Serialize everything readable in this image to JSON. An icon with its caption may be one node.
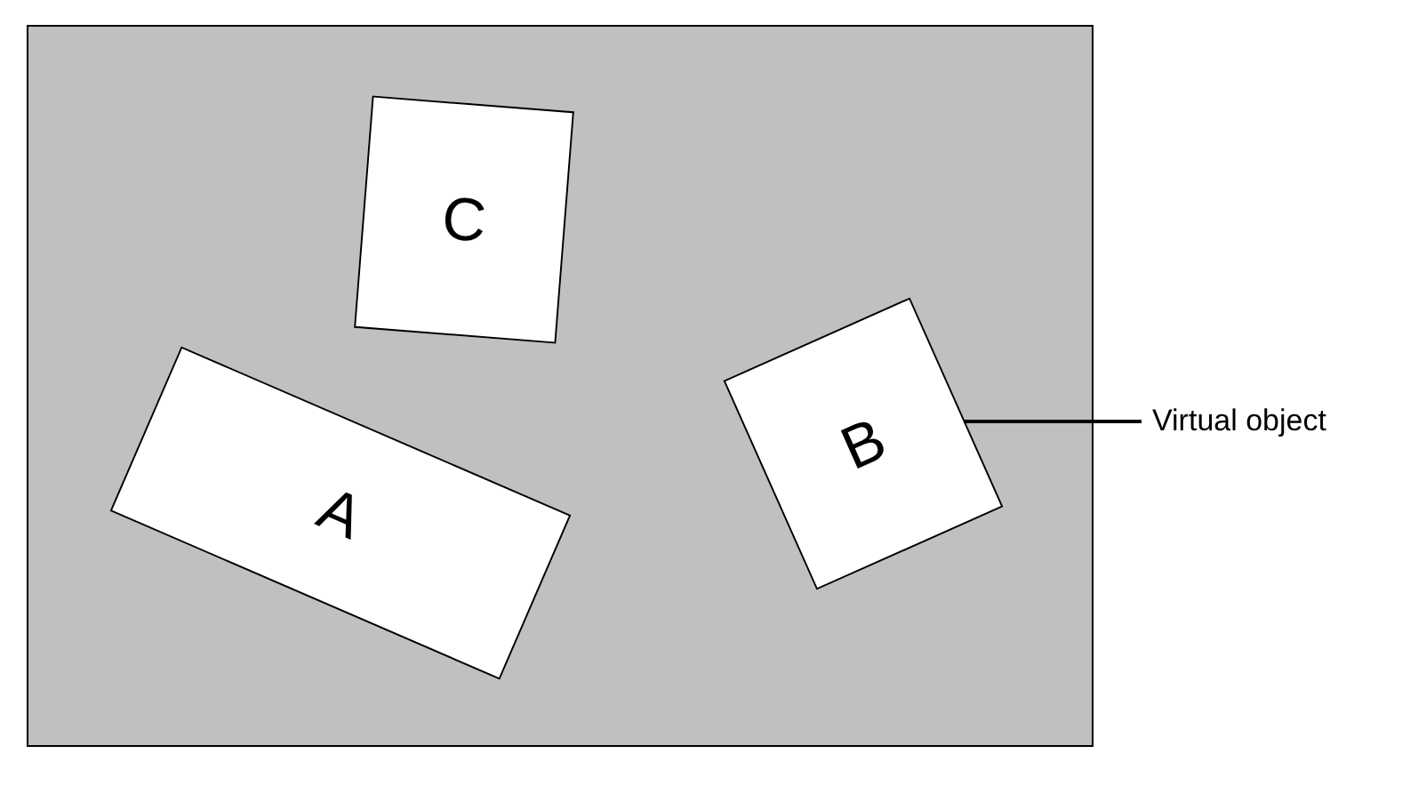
{
  "diagram": {
    "nodes": [
      {
        "text": [],
        "shape": "box"
      },
      {
        "text": [
          "C"
        ],
        "in": 0
      },
      {
        "text": [
          "A"
        ],
        "in": 0
      },
      {
        "text": [
          "B"
        ],
        "in": 0
      },
      {
        "text": [
          "Virtual object"
        ]
      }
    ],
    "edges": [
      {
        "from": 4,
        "to": 3,
        "arrow": "none"
      }
    ]
  }
}
